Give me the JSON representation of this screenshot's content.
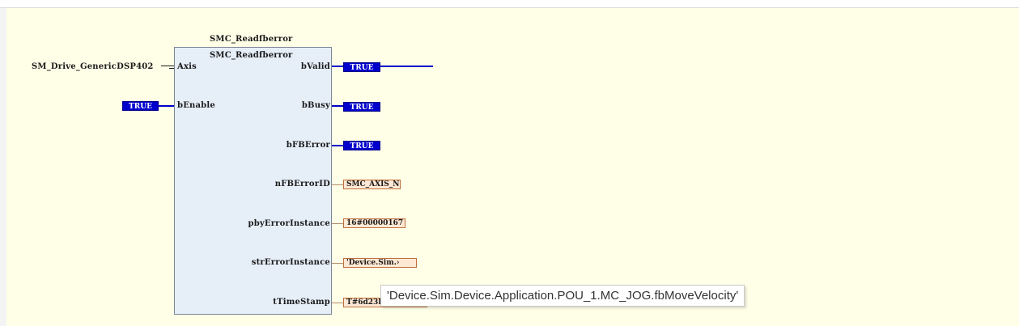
{
  "fb": {
    "instance_name": "SMC_Readfberror",
    "type_name": "SMC_Readfberror"
  },
  "inputs": [
    {
      "pin": "Axis",
      "source": "SM_Drive_GenericDSP402"
    },
    {
      "pin": "bEnable",
      "value": "TRUE"
    }
  ],
  "outputs": [
    {
      "pin": "bValid",
      "value": "TRUE"
    },
    {
      "pin": "bBusy",
      "value": "TRUE"
    },
    {
      "pin": "bFBError",
      "value": "TRUE"
    },
    {
      "pin": "nFBErrorID",
      "value": "SMC_AXIS_N"
    },
    {
      "pin": "pbyErrorInstance",
      "value": "16#00000167"
    },
    {
      "pin": "strErrorInstance",
      "value": "'Device.Sim.›"
    },
    {
      "pin": "tTimeStamp",
      "value": "T#6d23h"
    }
  ],
  "tooltip": {
    "text": "'Device.Sim.Device.Application.POU_1.MC_JOG.fbMoveVelocity'"
  },
  "colors": {
    "canvas": "#ffffe8",
    "fb_body": "#e6eef8",
    "bool_value": "#0000cc",
    "monitor_value": "#fde8d4"
  }
}
